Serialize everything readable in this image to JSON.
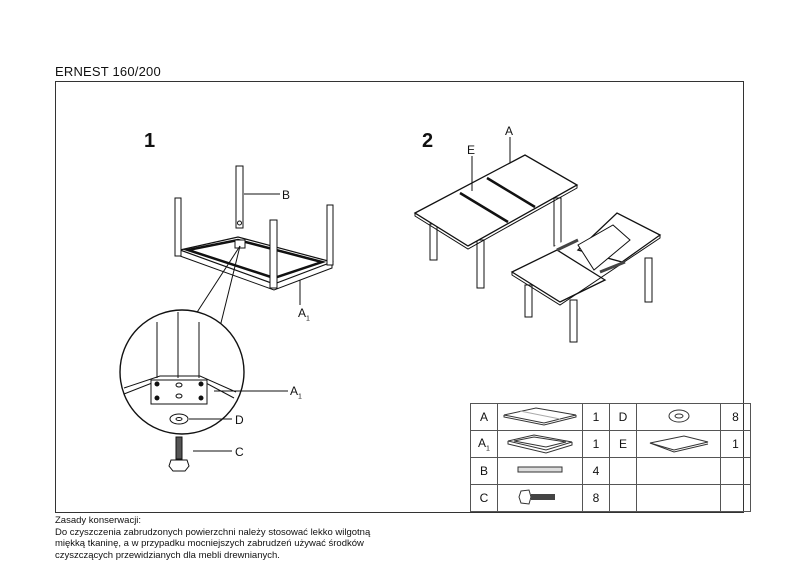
{
  "title": "ERNEST 160/200",
  "steps": {
    "step1": {
      "number": "1",
      "labels": {
        "B": "B",
        "A1_frame": "A",
        "A1_frame_sub": "1",
        "A1_detail": "A",
        "A1_detail_sub": "1",
        "D": "D",
        "C": "C"
      }
    },
    "step2": {
      "number": "2",
      "labels": {
        "A": "A",
        "E": "E"
      }
    }
  },
  "parts_table": [
    {
      "left": {
        "code": "A",
        "sub": "",
        "icon": "tabletop-icon",
        "qty": "1"
      },
      "right": {
        "code": "D",
        "sub": "",
        "icon": "washer-icon",
        "qty": "8"
      }
    },
    {
      "left": {
        "code": "A",
        "sub": "1",
        "icon": "frame-icon",
        "qty": "1"
      },
      "right": {
        "code": "E",
        "sub": "",
        "icon": "extension-leaf-icon",
        "qty": "1"
      }
    },
    {
      "left": {
        "code": "B",
        "sub": "",
        "icon": "leg-icon",
        "qty": "4"
      },
      "right": null
    },
    {
      "left": {
        "code": "C",
        "sub": "",
        "icon": "bolt-icon",
        "qty": "8"
      },
      "right": null
    }
  ],
  "care": {
    "heading": "Zasady konserwacji:",
    "lines": [
      "Do czyszczenia zabrudzonych powierzchni należy stosować lekko wilgotną",
      "miękką tkaninę, a w przypadku mocniejszych zabrudzeń używać środków",
      "czyszczących przewidzianych dla mebli drewnianych."
    ]
  }
}
